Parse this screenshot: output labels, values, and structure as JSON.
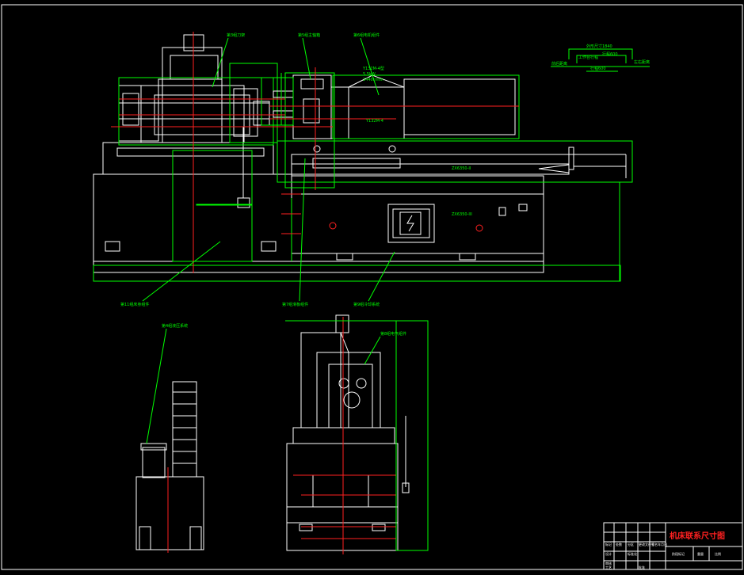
{
  "callouts": [
    {
      "id": "tool_post",
      "text": "第3组刀架"
    },
    {
      "id": "spindle_box",
      "text": "第5组主轴箱"
    },
    {
      "id": "motor_assy",
      "text": "第6组电机组件"
    },
    {
      "id": "bed_assy",
      "text": "第11组床身组件"
    },
    {
      "id": "slide_assy",
      "text": "第7组滑板组件"
    },
    {
      "id": "coolant",
      "text": "第9组冷却系统"
    },
    {
      "id": "hydraulic",
      "text": "第4组液压系统"
    },
    {
      "id": "electric",
      "text": "第8组电气组件"
    }
  ],
  "motor_spec": [
    "Y132M-4型",
    "5.5kW",
    "1440r/min"
  ],
  "motor_model": "Y132M-4",
  "bed_label": "ZX6350-II",
  "base_label": "ZX6350-III",
  "dimensions": {
    "overall": "外形尺寸1840",
    "travel": "工作台行程",
    "left": "前后距离",
    "right": "左右距离",
    "mid": "行程600",
    "bottom": "行程600"
  },
  "title_block": {
    "title": "机床联系尺寸图",
    "row1": [
      "标记",
      "处数",
      "分区",
      "更改文件号",
      "签名",
      "年月日"
    ],
    "row2": [
      "设计",
      "标准化"
    ],
    "row3": [
      "审核"
    ],
    "row4": [
      "工艺",
      "批准"
    ],
    "scale_label": "阶段标记",
    "weight_label": "重量",
    "ratio_label": "比例"
  },
  "colors": {
    "background": "#000000",
    "outline": "#ffffff",
    "leader": "#00ff00",
    "centerline": "#ff2020"
  }
}
